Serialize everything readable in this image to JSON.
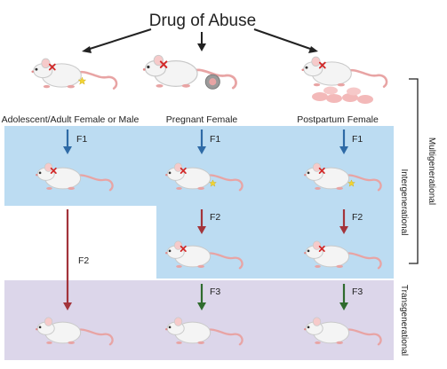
{
  "title": "Drug of Abuse",
  "exposure_groups": [
    {
      "label": "Adolescent/Adult Female or Male"
    },
    {
      "label": "Pregnant Female"
    },
    {
      "label": "Postpartum Female"
    }
  ],
  "generations": {
    "f1": "F1",
    "f2": "F2",
    "f3": "F3"
  },
  "side_labels": {
    "multigenerational": "Multigenerational",
    "intergenerational": "Intergenerational",
    "transgenerational": "Transgenerational"
  },
  "colors": {
    "intergenerational_bg": "#bcdcf2",
    "transgenerational_bg": "#dcd6ea",
    "f1_arrow": "#2e6aa6",
    "f2_arrow": "#a3343b",
    "f3_arrow": "#2f6b2e",
    "mouse_body": "#f4f4f4",
    "mouse_tail": "#e8a4a4",
    "exposure_mark": "#d22a2a",
    "star": "#f2d431"
  },
  "icons": {
    "exposure_mark": "red-cross-icon",
    "germline_mark": "yellow-star-icon",
    "fetus": "fetus-icon",
    "pups": "pups-icon"
  }
}
